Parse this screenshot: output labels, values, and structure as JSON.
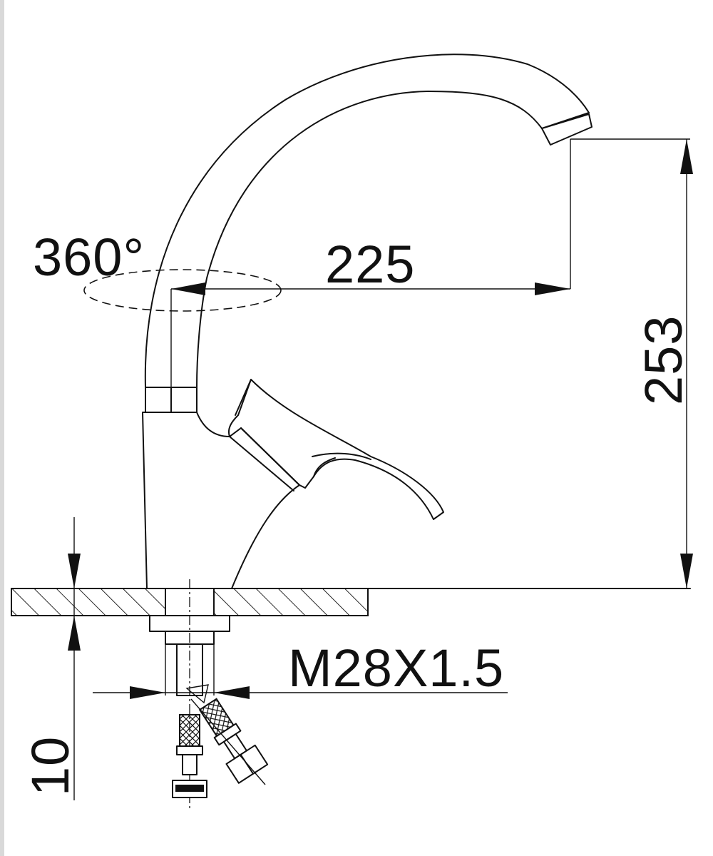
{
  "diagram": {
    "dimensions": {
      "rotation_label": "360°",
      "reach_label": "225",
      "height_label": "253",
      "thread_label": "M28X1.5",
      "deck_thickness_label": "10"
    }
  }
}
